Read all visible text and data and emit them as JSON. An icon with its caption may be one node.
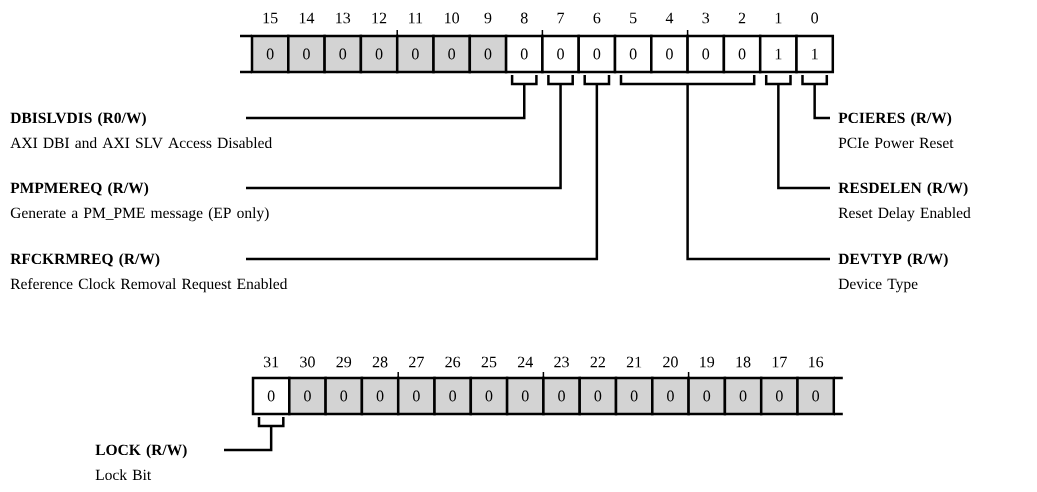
{
  "diagram": {
    "nodes": [
      {
        "text": [
          "0"
        ]
      },
      {
        "text": [
          "0"
        ]
      },
      {
        "text": [
          "0"
        ]
      },
      {
        "text": [
          "0"
        ]
      },
      {
        "text": [
          "0"
        ]
      },
      {
        "text": [
          "0"
        ]
      },
      {
        "text": [
          "0"
        ]
      },
      {
        "text": [
          "0"
        ]
      },
      {
        "text": [
          "0"
        ]
      },
      {
        "text": [
          "0"
        ]
      },
      {
        "text": [
          "0"
        ]
      },
      {
        "text": [
          "0"
        ]
      },
      {
        "text": [
          "0"
        ]
      },
      {
        "text": [
          "0"
        ]
      },
      {
        "text": [
          "1"
        ]
      },
      {
        "text": [
          "1"
        ]
      },
      {
        "text": [
          "DBISLVDIS (R0/W)",
          "AXI DBI and AXI SLV Access Disabled"
        ]
      },
      {
        "text": [
          "PCIERES (R/W)",
          "PCIe Power Reset"
        ]
      },
      {
        "text": [
          "PMPMEREQ (R/W)",
          "Generate a PM_PME message (EP only)"
        ]
      },
      {
        "text": [
          "RESDELEN (R/W)",
          "Reset Delay Enabled"
        ]
      },
      {
        "text": [
          "RFCKRMREQ (R/W)",
          "Reference Clock Removal Request Enabled"
        ]
      },
      {
        "text": [
          "DEVTYP (R/W)",
          "Device Type"
        ]
      },
      {
        "text": [
          "0"
        ]
      },
      {
        "text": [
          "0"
        ]
      },
      {
        "text": [
          "0"
        ]
      },
      {
        "text": [
          "0"
        ]
      },
      {
        "text": [
          "0"
        ]
      },
      {
        "text": [
          "0"
        ]
      },
      {
        "text": [
          "0"
        ]
      },
      {
        "text": [
          "0"
        ]
      },
      {
        "text": [
          "0"
        ]
      },
      {
        "text": [
          "0"
        ]
      },
      {
        "text": [
          "0"
        ]
      },
      {
        "text": [
          "0"
        ]
      },
      {
        "text": [
          "0"
        ]
      },
      {
        "text": [
          "0"
        ]
      },
      {
        "text": [
          "0"
        ]
      },
      {
        "text": [
          "0"
        ]
      },
      {
        "text": [
          "LOCK (R/W)",
          "Lock Bit"
        ]
      }
    ],
    "edges": [
      {
        "from": 16,
        "to": 7,
        "arrow": "none"
      },
      {
        "from": 18,
        "to": 8,
        "arrow": "none"
      },
      {
        "from": 20,
        "to": 9,
        "arrow": "none"
      },
      {
        "from": 21,
        "to": 10,
        "arrow": "none"
      },
      {
        "from": 21,
        "to": 11,
        "arrow": "none"
      },
      {
        "from": 21,
        "to": 12,
        "arrow": "none"
      },
      {
        "from": 21,
        "to": 13,
        "arrow": "none"
      },
      {
        "from": 19,
        "to": 14,
        "arrow": "none"
      },
      {
        "from": 17,
        "to": 15,
        "arrow": "none"
      },
      {
        "from": 38,
        "to": 22,
        "arrow": "none"
      }
    ],
    "labels": [
      "15",
      "14",
      "13",
      "12",
      "11",
      "10",
      "9",
      "8",
      "7",
      "6",
      "5",
      "4",
      "3",
      "2",
      "1",
      "0",
      "31",
      "30",
      "29",
      "28",
      "27",
      "26",
      "25",
      "24",
      "23",
      "22",
      "21",
      "20",
      "19",
      "18",
      "17",
      "16"
    ]
  }
}
